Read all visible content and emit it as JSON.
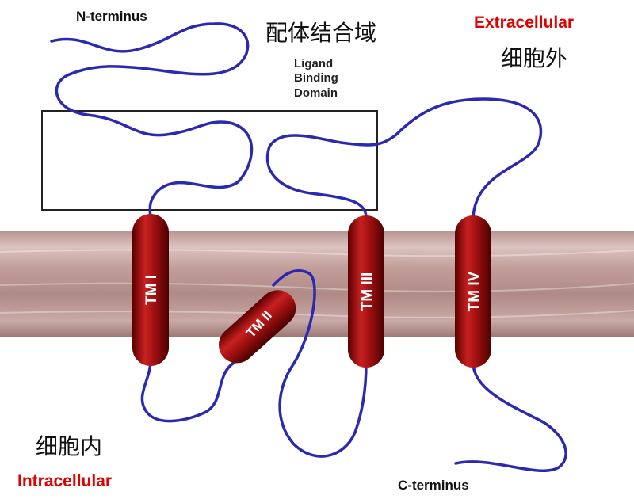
{
  "labels": {
    "n_terminus": "N-terminus",
    "c_terminus": "C-terminus",
    "ligand_cn": "配体结合域",
    "ligand_en": [
      "Ligand",
      "Binding",
      "Domain"
    ],
    "extracellular_en": "Extracellular",
    "extracellular_cn": "细胞外",
    "intracellular_en": "Intracellular",
    "intracellular_cn": "细胞内"
  },
  "helices": [
    "TM I",
    "TM II",
    "TM III",
    "TM IV"
  ],
  "colors": {
    "chain": "#2a2ab0",
    "helix": "#a01010",
    "membrane": "#c9a8a4",
    "accent_text": "#e00000"
  }
}
